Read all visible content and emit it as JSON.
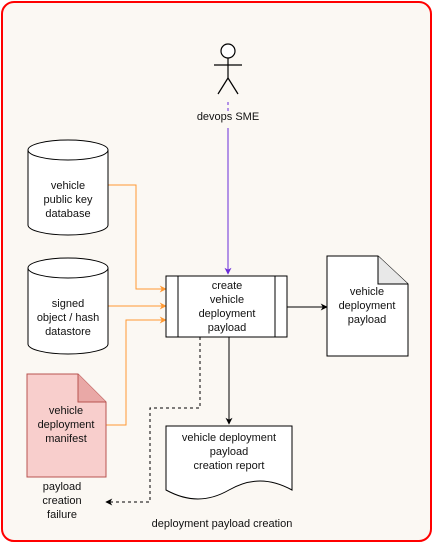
{
  "colors": {
    "frame": "#ff0000",
    "frame_fill": "#fbf8f3",
    "shape_stroke": "#000000",
    "shape_fill": "#ffffff",
    "orange_arrow": "#ff9933",
    "purple_arrow": "#6a2bd8",
    "manifest_fill": "#f8cecc",
    "manifest_stroke": "#b85450"
  },
  "actor": {
    "icon": "stick-figure",
    "label": "devops SME"
  },
  "datastores": [
    {
      "lines": [
        "vehicle",
        "public key",
        "database"
      ]
    },
    {
      "lines": [
        "signed",
        "object / hash",
        "datastore"
      ]
    }
  ],
  "manifest": {
    "lines": [
      "vehicle",
      "deployment",
      "manifest"
    ]
  },
  "process": {
    "lines": [
      "create",
      "vehicle",
      "deployment",
      "payload"
    ]
  },
  "payload_doc": {
    "lines": [
      "vehicle",
      "deployment",
      "payload"
    ]
  },
  "report": {
    "lines": [
      "vehicle deployment",
      "payload",
      "creation report"
    ]
  },
  "failure": {
    "lines": [
      "payload",
      "creation",
      "failure"
    ]
  },
  "caption": "deployment payload creation"
}
